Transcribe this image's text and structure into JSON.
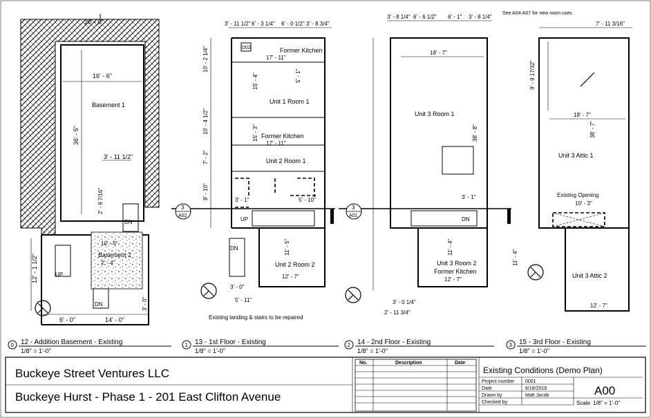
{
  "views": [
    {
      "num": "12",
      "circle": "0",
      "title": "12 - Addition Basement - Existing",
      "scale": "1/8\" = 1'-0\""
    },
    {
      "num": "13",
      "circle": "1",
      "title": "13 - 1st Floor - Existing",
      "scale": "1/8\" = 1'-0\""
    },
    {
      "num": "14",
      "circle": "2",
      "title": "14 - 2nd Floor - Existing",
      "scale": "1/8\" = 1'-0\""
    },
    {
      "num": "15",
      "circle": "3",
      "title": "15 - 3rd Floor - Existing",
      "scale": "1/8\" = 1'-0\""
    }
  ],
  "rooms": {
    "basement1": "Basement 1",
    "basement2": "Basement 2",
    "former_kitchen_a": "Former Kitchen",
    "unit1_room1": "Unit 1 Room 1",
    "former_kitchen_b": "Former Kitchen",
    "unit2_room1": "Unit 2 Room 1",
    "unit2_room2": "Unit 2 Room 2",
    "unit3_room1": "Unit 3 Room 1",
    "unit3_room2": "Unit 3 Room 2",
    "former_kitchen_c": "Former Kitchen",
    "unit3_attic1": "Unit 3 Attic 1",
    "existing_opening": "Existing Opening",
    "unit3_attic2": "Unit 3 Attic 2"
  },
  "labels": {
    "dn": "DN",
    "up": "UP",
    "stairs_note": "Existing landing & stairs to be repaired",
    "see_note": "See A04-A07 for new room uses",
    "door_tag": "D02"
  },
  "section_markers": [
    {
      "num": "3",
      "sheet": "A02"
    },
    {
      "num": "3",
      "sheet": "A01"
    }
  ],
  "dims": {
    "b_top": "20' - 0\"",
    "b_width": "16' - 6\"",
    "b_height": "36' - 5\"",
    "b_small": "3' - 11 1/2\"",
    "b_2_9": "2' - 9 7/16\"",
    "b_12": "12' - 1 1/2\"",
    "b_10_5": "10' - 5\"",
    "b_2_4": "2' - 4\"",
    "b_6": "6' - 0\"",
    "b_14": "14' - 0\"",
    "b_3": "3' - 0\"",
    "f1_t1": "3' - 11 1/2\"",
    "f1_t2": "6' - 3 1/4\"",
    "f1_t3": "6' - 0 1/2\"",
    "f1_t4": "3' - 8 3/4\"",
    "f1_17a": "17' - 11\"",
    "f1_17b": "17' - 11\"",
    "f1_15_4": "15' - 4\"",
    "f1_5_1": "5' - 1\"",
    "f1_15_3": "15' - 3\"",
    "f1_10_2": "10' - 2 1/4\"",
    "f1_10_4": "10' - 4 1/2\"",
    "f1_7_2": "7' - 2\"",
    "f1_8_10": "8' - 10\"",
    "f1_3_1": "3' - 1\"",
    "f1_5_10": "5' - 10\"",
    "f1_11_5": "11' - 5\"",
    "f1_12_7": "12' - 7\"",
    "f1_3_0": "3' - 0\"",
    "f1_5_11": "5' - 11\"",
    "f2_t1": "3' - 8 1/4\"",
    "f2_t2": "6' - 6 1/2\"",
    "f2_t3": "6' - 1\"",
    "f2_t4": "3' - 8 1/4\"",
    "f2_18": "18' - 7\"",
    "f2_38": "38' - 8\"",
    "f2_3_1": "3' - 1\"",
    "f2_11_4": "11' - 4\"",
    "f2_12_7": "12' - 7\"",
    "f2_2_11": "2' - 11 3/4\"",
    "f2_3_0": "3' - 0 1/4\"",
    "f3_7": "7' - 11 3/16\"",
    "f3_9": "9' - 9 17/32\"",
    "f3_18": "18' - 7\"",
    "f3_38": "38' - 7\"",
    "f3_10_3": "10' - 3\"",
    "f3_11_4": "11' - 4\"",
    "f3_12_7": "12' - 7\""
  },
  "titleblock": {
    "company": "Buckeye Street Ventures LLC",
    "project": "Buckeye Hurst - Phase 1 - 201 East Clifton Avenue",
    "rev_headers": [
      "No.",
      "Description",
      "Date"
    ],
    "sheet_title": "Existing Conditions (Demo Plan)",
    "sheet_number": "A00",
    "fields": [
      {
        "label": "Project number",
        "value": "0001"
      },
      {
        "label": "Date",
        "value": "6/18/2019"
      },
      {
        "label": "Drawn by",
        "value": "Matt Jacob"
      },
      {
        "label": "Checked by",
        "value": ""
      }
    ],
    "scale_label": "Scale",
    "scale_value": "1/8\" = 1'-0\""
  }
}
